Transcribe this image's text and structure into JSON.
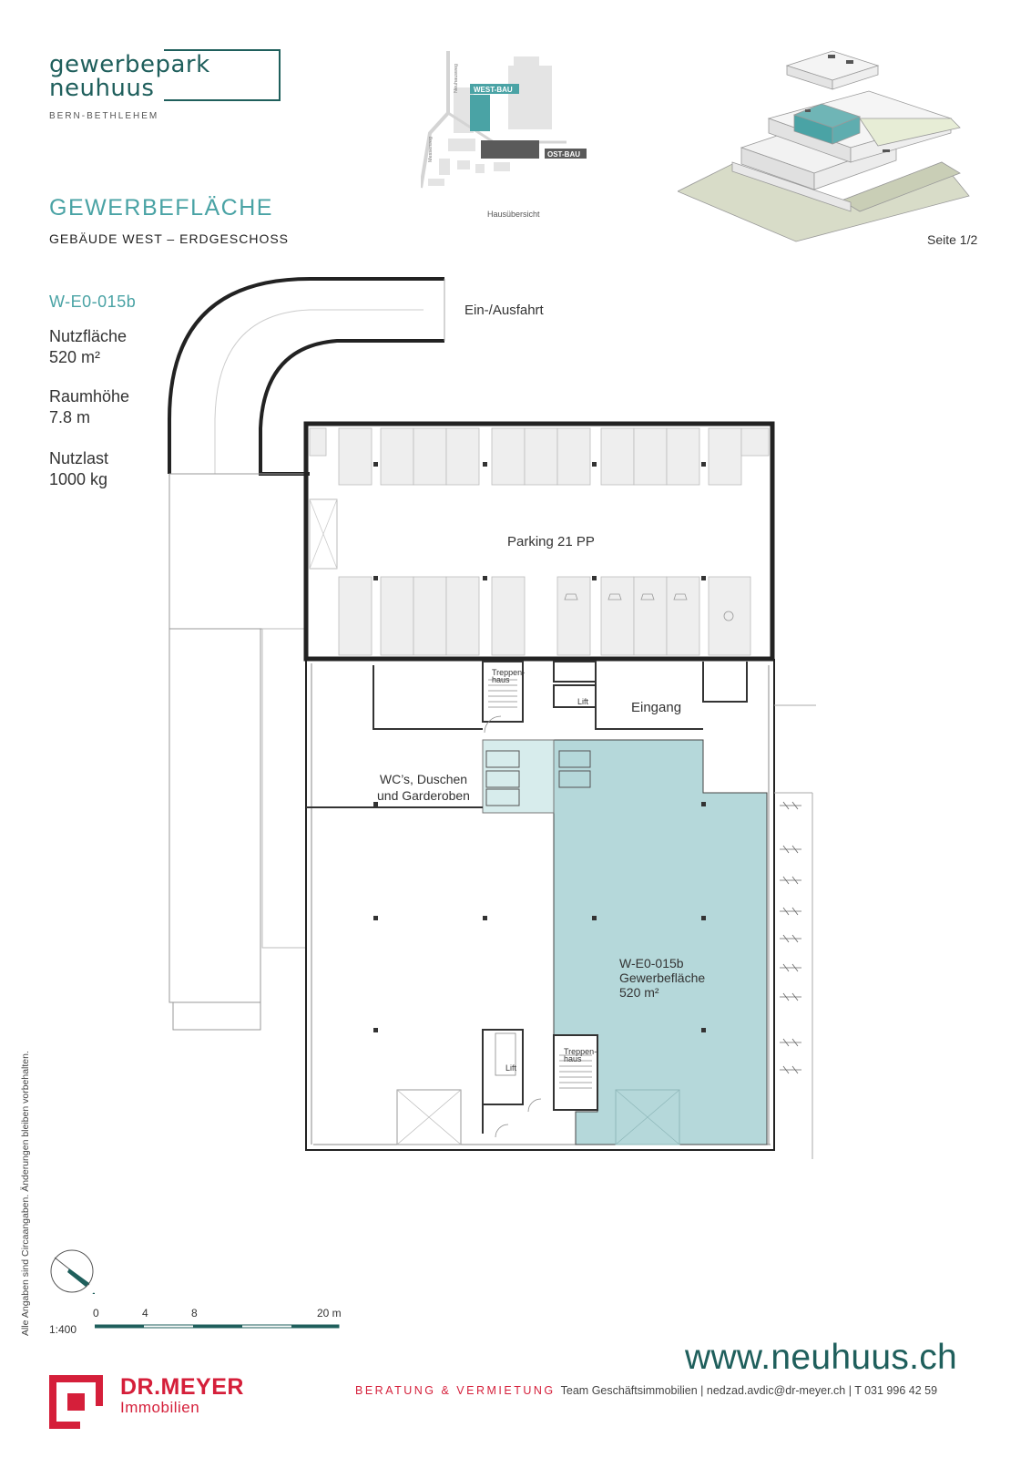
{
  "brand": {
    "line1": "gewerbepark",
    "line2": "neuhuus",
    "location": "BERN-BETHLEHEM"
  },
  "header": {
    "title": "GEWERBEFLÄCHE",
    "subtitle": "GEBÄUDE WEST – ERDGESCHOSS",
    "page": "Seite 1/2"
  },
  "site_map": {
    "label": "Hausübersicht",
    "west_tag": "WEST-BAU",
    "ost_tag": "OST-BAU",
    "street1": "Neuhausweg",
    "street2": "Messerweg"
  },
  "unit": {
    "id": "W-E0-015b",
    "specs": [
      {
        "label": "Nutzfläche",
        "value": "520 m²"
      },
      {
        "label": "Raumhöhe",
        "value": "7.8 m"
      },
      {
        "label": "Nutzlast",
        "value": "1000 kg"
      }
    ]
  },
  "plan": {
    "ramp_label": "Ein-/Ausfahrt",
    "parking_label": "Parking 21 PP",
    "stair_top": "Treppen-\nhaus",
    "stair_top_l1": "Treppen-",
    "stair_top_l2": "haus",
    "lift": "Lift",
    "entrance": "Eingang",
    "wc_l1": "WC’s, Duschen",
    "wc_l2": "und Garderoben",
    "unit_l1": "W-E0-015b",
    "unit_l2": "Gewerbefläche",
    "unit_l3": "520 m²",
    "accent": "#b5d8da"
  },
  "scale": {
    "ratio": "1:400",
    "ticks": [
      "0",
      "4",
      "8",
      "20 m"
    ]
  },
  "footer": {
    "url": "www.neuhuus.ch",
    "company": "DR.MEYER",
    "company_sub": "Immobilien",
    "contact_accent": "BERATUNG & VERMIETUNG",
    "contact_text": "Team Geschäftsimmobilien | nedzad.avdic@dr-meyer.ch | T 031 996 42 59",
    "disclaimer": "Alle Angaben sind Circaangaben. Änderungen bleiben vorbehalten."
  },
  "colors": {
    "teal": "#4aa3a5",
    "dark_teal": "#1f5f5c",
    "red": "#d51f3a"
  }
}
